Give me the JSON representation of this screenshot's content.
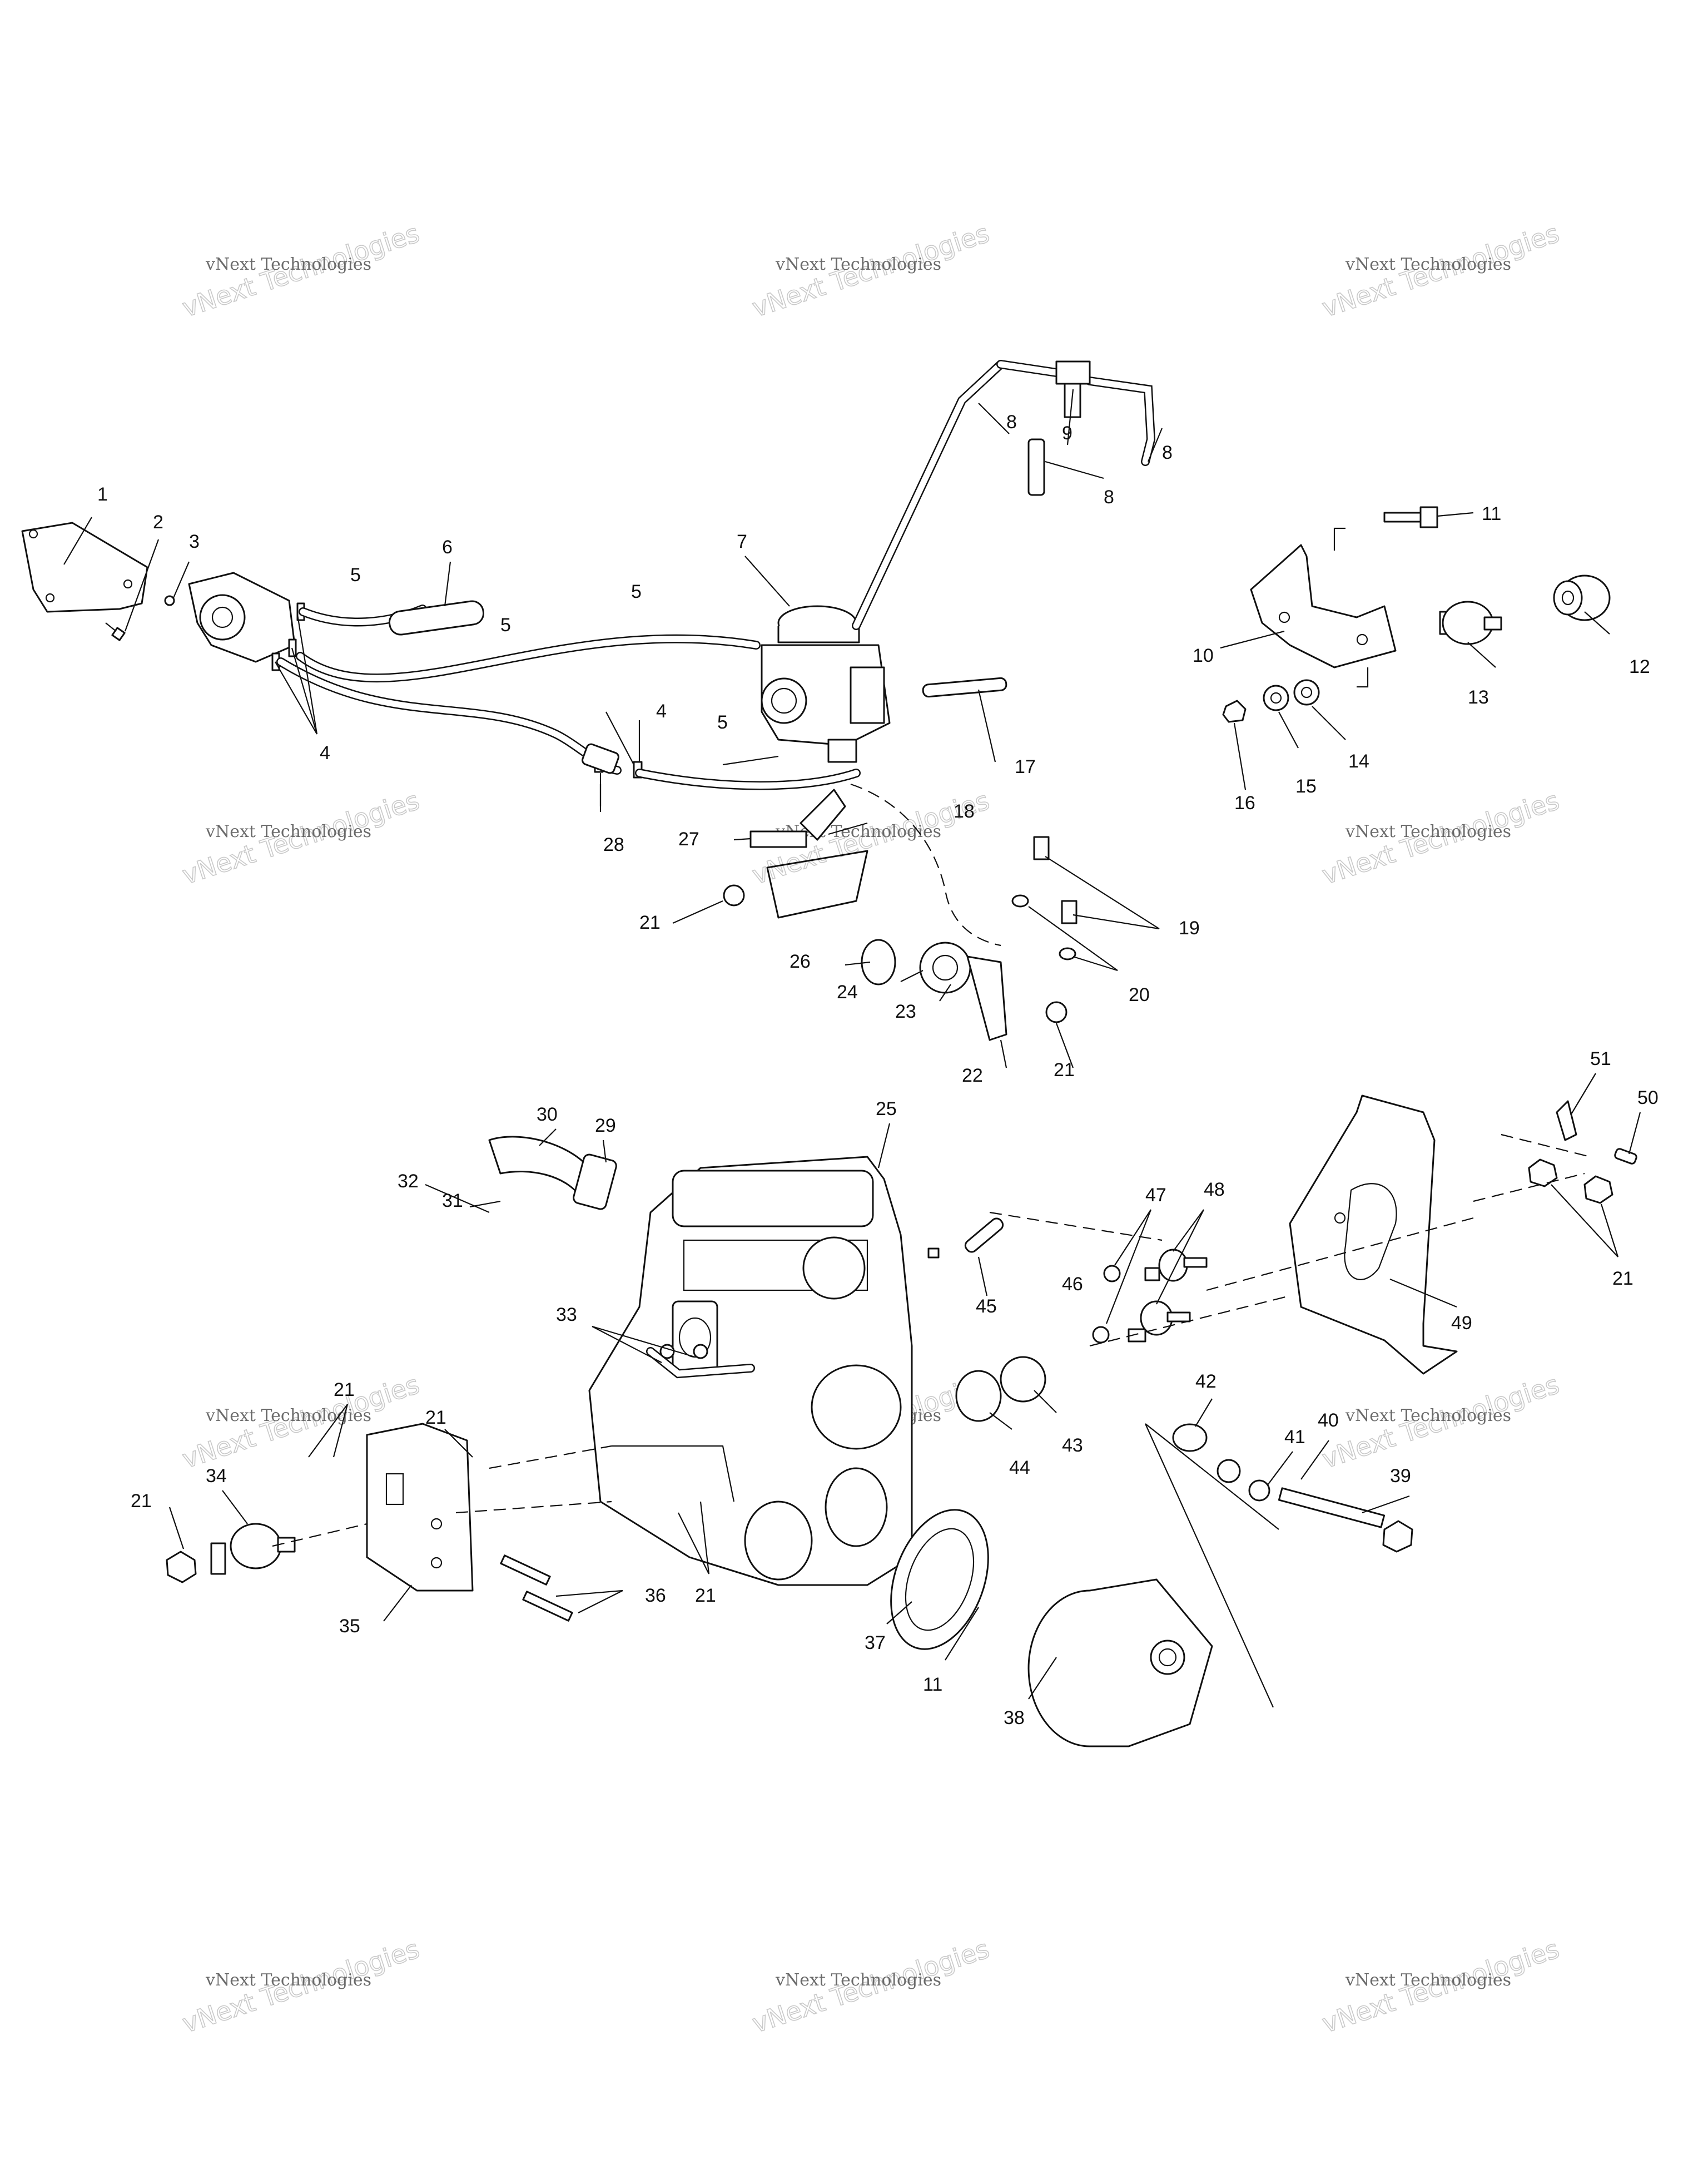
{
  "watermark": {
    "line1": "vNext Technologies",
    "line2": "vNext\nTechnologies"
  },
  "callouts": {
    "c1": "1",
    "c2": "2",
    "c3": "3",
    "c4": "4",
    "c5": "5",
    "c6": "6",
    "c7": "7",
    "c8": "8",
    "c9": "9",
    "c10": "10",
    "c11": "11",
    "c12": "12",
    "c13": "13",
    "c14": "14",
    "c15": "15",
    "c16": "16",
    "c17": "17",
    "c18": "18",
    "c19": "19",
    "c20": "20",
    "c21": "21",
    "c22": "22",
    "c23": "23",
    "c24": "24",
    "c25": "25",
    "c26": "26",
    "c27": "27",
    "c28": "28",
    "c29": "29",
    "c30": "30",
    "c31": "31",
    "c32": "32",
    "c33": "33",
    "c34": "34",
    "c35": "35",
    "c36": "36",
    "c37": "37",
    "c38": "38",
    "c39": "39",
    "c40": "40",
    "c41": "41",
    "c42": "42",
    "c43": "43",
    "c44": "44",
    "c45": "45",
    "c46": "46",
    "c47": "47",
    "c48": "48",
    "c49": "49",
    "c50": "50",
    "c51": "51"
  }
}
